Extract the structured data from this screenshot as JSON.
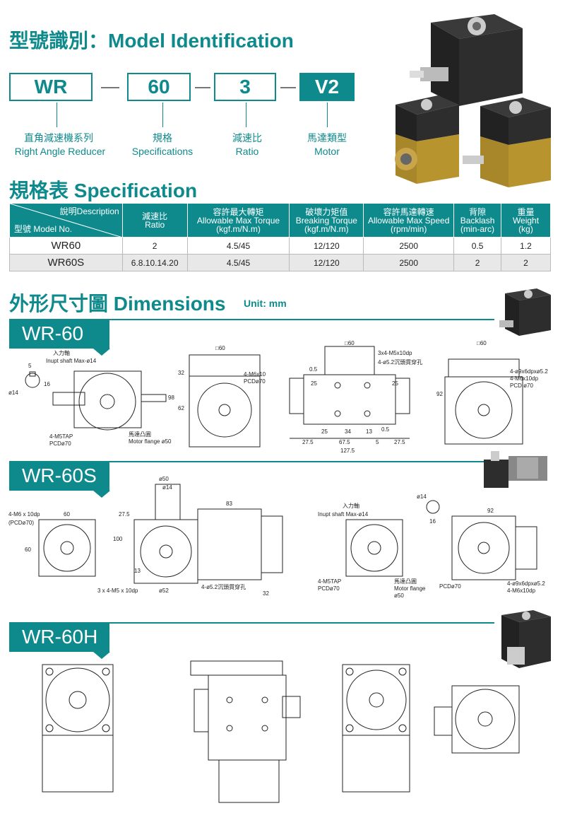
{
  "model_id": {
    "title": "型號識別：Model Identification",
    "codes": [
      "WR",
      "60",
      "3",
      "V2"
    ],
    "labels": [
      {
        "cn": "直角減速機系列",
        "en": "Right Angle Reducer"
      },
      {
        "cn": "規格",
        "en": "Specifications"
      },
      {
        "cn": "減速比",
        "en": "Ratio"
      },
      {
        "cn": "馬達類型",
        "en": "Motor"
      }
    ]
  },
  "spec": {
    "title": "規格表 Specification",
    "corner_desc": "說明Description",
    "corner_model": "型號 Model No.",
    "headers": [
      {
        "cn": "減速比",
        "en": "Ratio"
      },
      {
        "cn": "容許最大轉矩",
        "en": "Allowable Max Torque",
        "unit": "(kgf.m/N.m)"
      },
      {
        "cn": "破壞力矩值",
        "en": "Breaking Torque",
        "unit": "(kgf.m/N.m)"
      },
      {
        "cn": "容許馬達轉速",
        "en": "Allowable Max Speed",
        "unit": "(rpm/min)"
      },
      {
        "cn": "背隙",
        "en": "Backlash",
        "unit": "(min-arc)"
      },
      {
        "cn": "重量",
        "en": "Weight",
        "unit": "(kg)"
      }
    ],
    "rows": [
      {
        "model": "WR60",
        "cells": [
          "2",
          "4.5/45",
          "12/120",
          "2500",
          "0.5",
          "1.2"
        ]
      },
      {
        "model": "WR60S",
        "cells": [
          "6.8.10.14.20",
          "4.5/45",
          "12/120",
          "2500",
          "2",
          "2"
        ]
      }
    ]
  },
  "dimensions": {
    "title": "外形尺寸圖 Dimensions",
    "unit": "Unit: mm",
    "sections": [
      "WR-60",
      "WR-60S",
      "WR-60H"
    ]
  },
  "drawing_labels": {
    "wr60": {
      "input_shaft_cn": "入力軸",
      "input_shaft_en": "Inupt shaft Max-ø14",
      "m5tap": "4-M5TAP",
      "pcd70": "PCDø70",
      "motor_flange_cn": "馬達凸圓",
      "motor_flange_en": "Motor flange ø50",
      "sq60": "□60",
      "m6x10": "4-M6x10",
      "d32": "32",
      "d98": "98",
      "d62": "62",
      "d14": "ø14",
      "d16": "16",
      "d5": "5",
      "m5x10dp": "3x4-M5x10dp",
      "hole52": "4-ø5.2沉頭貫穿孔",
      "d05": "0.5",
      "d25": "25",
      "d275": "27.5",
      "d675": "67.5",
      "d1275": "127.5",
      "d34": "34",
      "d13": "13",
      "d5b": "5",
      "d92": "92",
      "d9x6dp": "4-ø9x6dpxø5.2",
      "m6x10dp": "4-M6x10dp",
      "pcd70b": "PCD ø70"
    },
    "wr60s": {
      "m6": "4-M6 x 10dp",
      "pcd70": "(PCDø70)",
      "d60": "60",
      "d50": "ø50",
      "d14": "ø14",
      "d83": "83",
      "d100": "100",
      "d275": "27.5",
      "d13": "13",
      "d52": "ø52",
      "m5x10": "3 x 4-M5 x 10dp",
      "hole52": "4-ø5.2沉頭貫穿孔",
      "d32": "32",
      "input_cn": "入力軸",
      "input_en": "Inupt shaft Max-ø14",
      "m5tap": "4-M5TAP",
      "pcd70b": "PCDø70",
      "flange_cn": "馬達凸圓",
      "flange_en": "Motor flange",
      "flange50": "ø50",
      "d92": "92",
      "d16": "16",
      "d9x6": "4-ø9x6dpxø5.2",
      "m6x10": "4-M6x10dp",
      "pcd70c": "PCDø70"
    }
  },
  "colors": {
    "accent": "#0e8a8d",
    "row_alt": "#e8e8e8",
    "gold": "#b8942e",
    "dark": "#2b2b2b"
  }
}
